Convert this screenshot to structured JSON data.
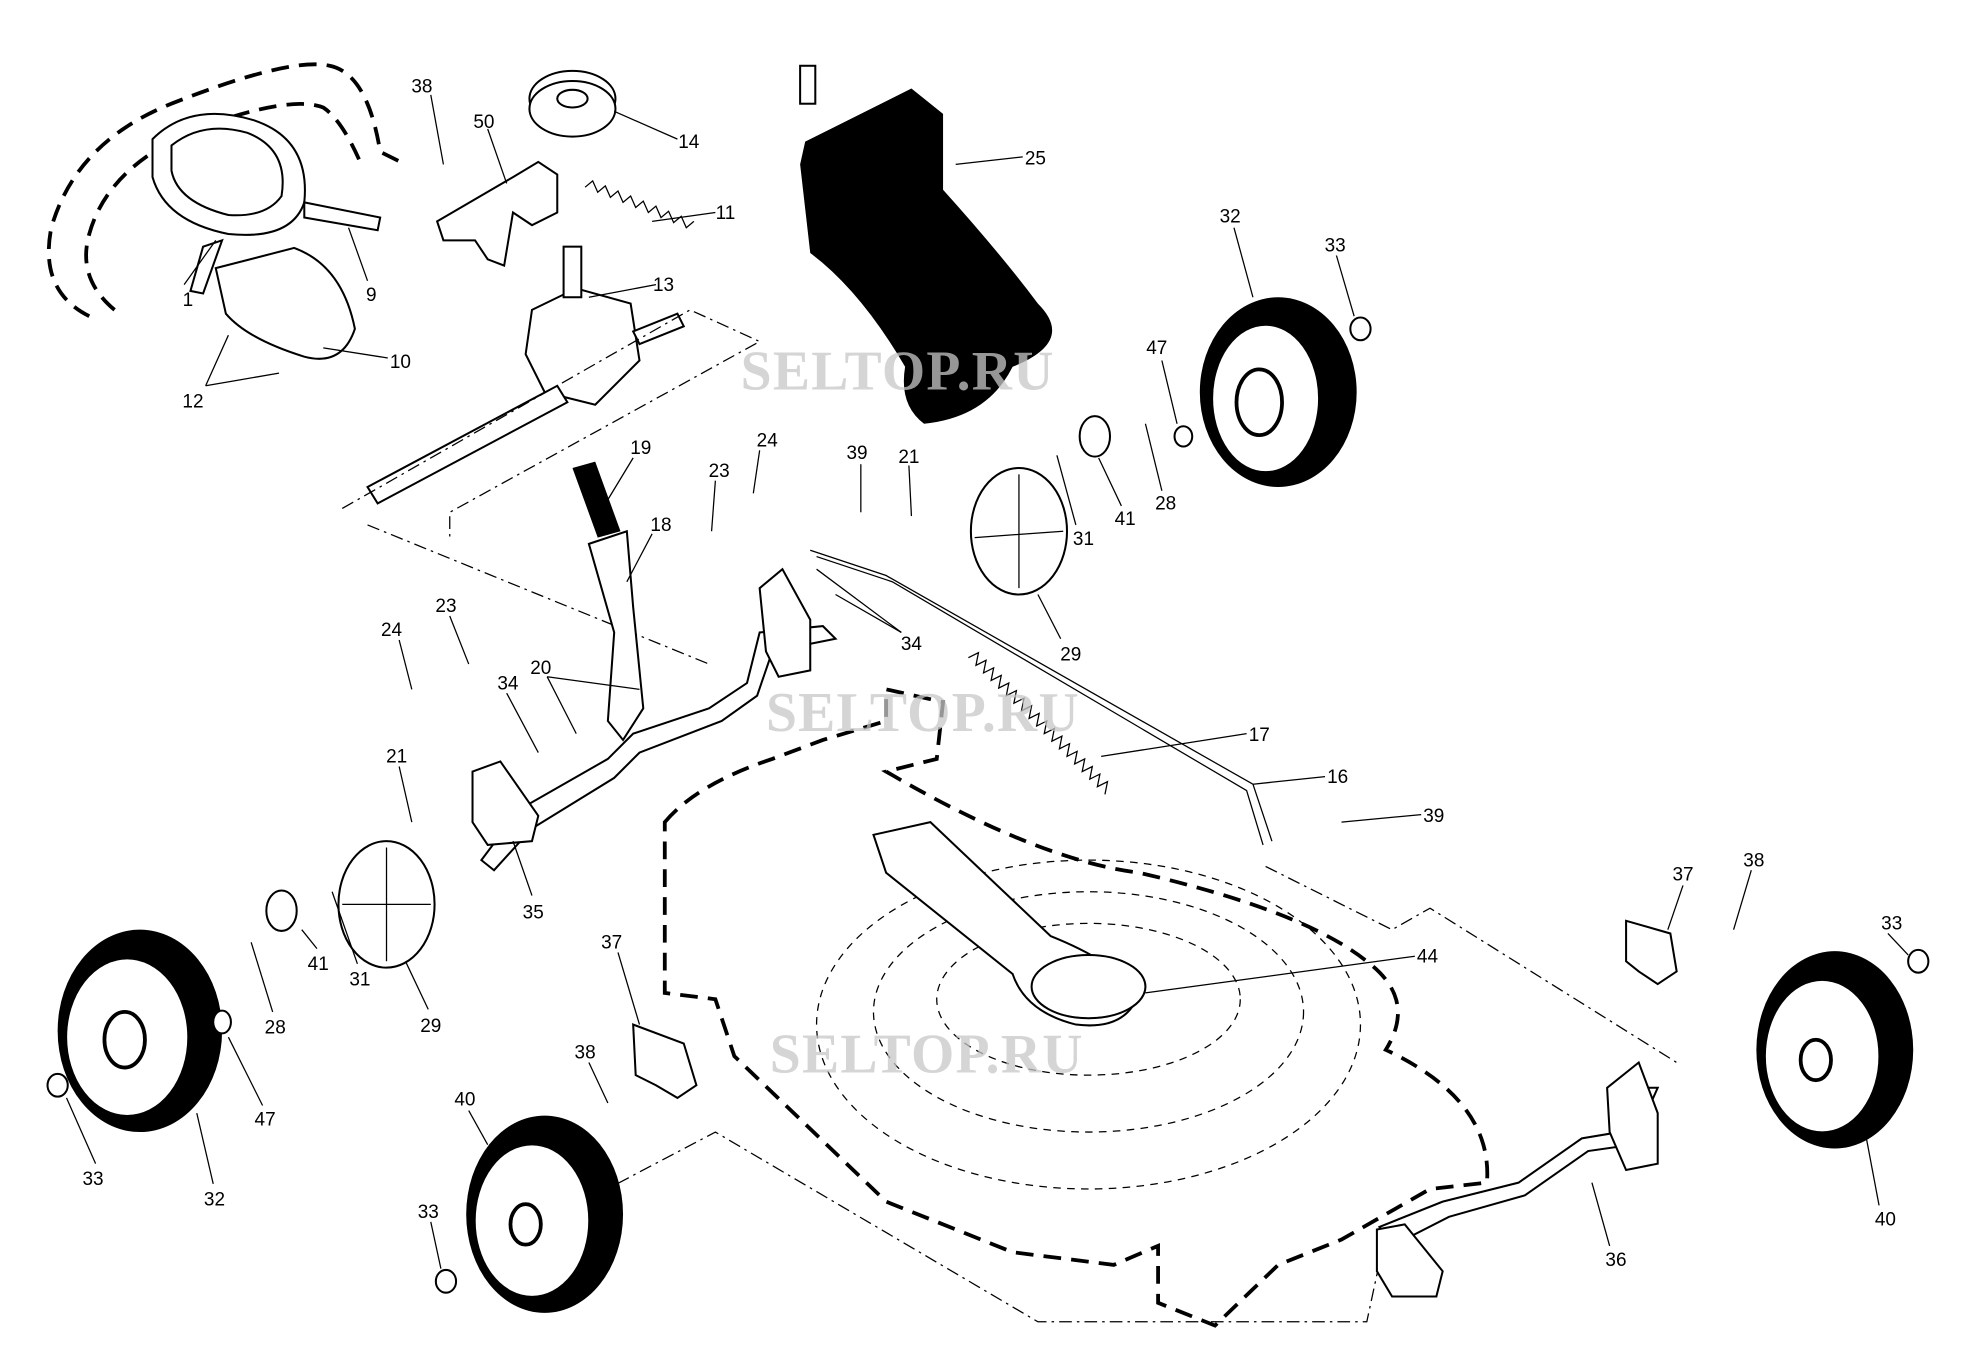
{
  "diagram": {
    "title": "Lawn mower chassis exploded parts diagram",
    "watermark": "SELTOP.RU",
    "callouts": [
      "1",
      "9",
      "10",
      "12",
      "38",
      "50",
      "14",
      "11",
      "13",
      "25",
      "32",
      "33",
      "47",
      "19",
      "24",
      "23",
      "39",
      "21",
      "31",
      "41",
      "28",
      "18",
      "34",
      "29",
      "23",
      "24",
      "20",
      "34",
      "17",
      "16",
      "39",
      "21",
      "35",
      "44",
      "37",
      "38",
      "33",
      "28",
      "41",
      "31",
      "29",
      "47",
      "33",
      "32",
      "37",
      "38",
      "40",
      "33",
      "36",
      "40"
    ]
  }
}
